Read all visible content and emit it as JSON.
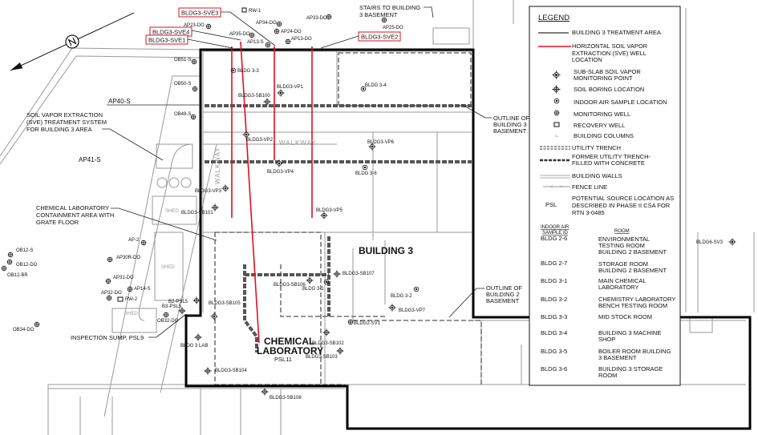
{
  "sve_labels": [
    "BLDG3-SVE3",
    "BLDG3-SVE4",
    "BLDG3-SVE1",
    "BLDG3-SVE2"
  ],
  "colors": {
    "sve_line": "#e01020",
    "sve_label_border": "#e01020",
    "outline": "#000000",
    "walls": "#9a9a9a"
  },
  "points": {
    "rw1": "RW-1",
    "ap23": "AP23-DO",
    "ap34": "AP34-DO",
    "ap33": "AP33-DO",
    "ap25": "AP25-DO",
    "ap35": "AP35-DO",
    "ap24": "AP24-DO",
    "ap13s": "AP13-S",
    "ap13": "AP13-DO",
    "ob51": "OB51-S",
    "ob50": "OB50-S",
    "ob49": "OB49-S",
    "ap40": "AP40-S",
    "ap41": "AP41-S",
    "ap2": "AP-2",
    "ap30r": "AP30R-DO",
    "ap31": "AP31-DO",
    "ap14": "AP14-S",
    "ap32": "AP32-DO",
    "rw2": "RW-2",
    "ob12s": "OB12-S",
    "ob12do": "OB12-DO",
    "ob12br": "OB12-BR",
    "ob34": "OB34-DO",
    "ob32": "OB32-DO",
    "b2psl5": "B2-PSL5",
    "b3psl5": "B3-PSL5",
    "b33": "BLDG 3-3",
    "vp1": "BLDG3-VP1",
    "sb100": "BLDG3-SB100",
    "b34": "BLDG 3-4",
    "vp2": "BLDG3-VP2",
    "vp4": "BLDG3-VP4",
    "vp6": "BLDG3-VP6",
    "b36": "BLDG 3-6",
    "vp3": "BLDG3-VP3",
    "sb101": "BLDG3-SB101",
    "vp5": "BLDG3-VP5",
    "sb107": "BLDG3-SB107",
    "sb106": "BLDG3-SB106",
    "b31": "BLDG 3-1",
    "b32": "BLDG 3-2",
    "vp7": "BLDG3-VP7",
    "sb105": "BLDG3-SB105",
    "sv1": "BLDG2-SV1",
    "sb102": "BLDG3-SB102",
    "sb103": "BLDG3-SB103",
    "b3lab": "BLDG 3 LAB",
    "sb104": "BLDG3-SB104",
    "sb108": "BLDG3-SB108",
    "sv3": "BLDG6-SV3"
  },
  "areas": {
    "walkway": "WALKWAY",
    "walkway_v": "WALKWAY",
    "shed": "SHED",
    "building3": "BUILDING 3",
    "chem1": "CHEMICAL",
    "chem2": "LABORATORY",
    "psl11": "PSL11"
  },
  "callouts": {
    "stairs": [
      "STAIRS TO BUILDING",
      "3 BASEMENT"
    ],
    "sve_system": [
      "SOIL VAPOR EXTRACTION",
      "(SVE) TREATMENT SYSTEM",
      "FOR BUILDING 3 AREA"
    ],
    "containment": [
      "CHEMICAL LABORATORY",
      "CONTAINMENT AREA WITH",
      "GRATE FLOOR"
    ],
    "outline3": [
      "OUTLINE OF",
      "BUILDING 3",
      "BASEMENT"
    ],
    "outline2": [
      "OUTLINE OF",
      "BUILDING 2",
      "BASEMENT"
    ],
    "sump": "INSPECTION SUMP, PSL9"
  },
  "legend": {
    "title": "LEGEND",
    "items": [
      {
        "symbol": "solid-line",
        "label": [
          "BUILDING 3 TREATMENT AREA"
        ]
      },
      {
        "symbol": "red-line",
        "label": [
          "HORIZONTAL SOIL VAPOR",
          "EXTRACTION (SVE) WELL",
          "LOCATION"
        ]
      },
      {
        "symbol": "sub-slab-icon",
        "label": [
          "SUB-SLAB SOIL VAPOR",
          "MONITORING POINT"
        ]
      },
      {
        "symbol": "soil-boring-icon",
        "label": [
          "SOIL BORING LOCATION"
        ]
      },
      {
        "symbol": "indoor-air-icon",
        "label": [
          "INDOOR AIR SAMPLE LOCATION"
        ]
      },
      {
        "symbol": "monitoring-well-icon",
        "label": [
          "MONITORING WELL"
        ]
      },
      {
        "symbol": "recovery-well-icon",
        "label": [
          "RECOVERY WELL"
        ]
      },
      {
        "symbol": "column-icon",
        "label": [
          "BUILDING COLUMNS"
        ]
      },
      {
        "symbol": "double-dash",
        "label": [
          "UTILITY TRENCH"
        ]
      },
      {
        "symbol": "heavy-dash",
        "label": [
          "FORMER UTILITY TRENCH-",
          "FILLED WITH CONCRETE"
        ]
      },
      {
        "symbol": "double-line",
        "label": [
          "BUILDING WALLS"
        ]
      },
      {
        "symbol": "fence",
        "label": [
          "FENCE LINE"
        ]
      },
      {
        "symbol": "PSL",
        "label": [
          "POTENTIAL SOURCE LOCATION AS",
          "DESCRIBED IN PHASE II CSA FOR",
          "RTN 3-0485"
        ]
      }
    ],
    "table_header": {
      "id": [
        "INDOOR AIR",
        "SAMPLE ID"
      ],
      "room": "ROOM"
    },
    "rows": [
      {
        "id": "BLDG 2-6",
        "room": [
          "ENVIRONMENTAL",
          "TESTING ROOM",
          "BUILDING 2 BASEMENT"
        ]
      },
      {
        "id": "BLDG 2-7",
        "room": [
          "STORAGE ROOM",
          "BUILDING 2 BASEMENT"
        ]
      },
      {
        "id": "BLDG 3-1",
        "room": [
          "MAIN CHEMICAL",
          "LABORATORY"
        ]
      },
      {
        "id": "BLDG 3-2",
        "room": [
          "CHEMISTRY LABORATORY",
          "BENCH TESTING ROOM"
        ]
      },
      {
        "id": "BLDG 3-3",
        "room": [
          "MID STOCK ROOM"
        ]
      },
      {
        "id": "BLDG 3-4",
        "room": [
          "BUILDING 3 MACHINE",
          "SHOP"
        ]
      },
      {
        "id": "BLDG 3-5",
        "room": [
          "BOILER ROOM BUILDING",
          "3 BASEMENT"
        ]
      },
      {
        "id": "BLDG 3-6",
        "room": [
          "BUILDING 3 STORAGE",
          "ROOM"
        ]
      }
    ]
  }
}
